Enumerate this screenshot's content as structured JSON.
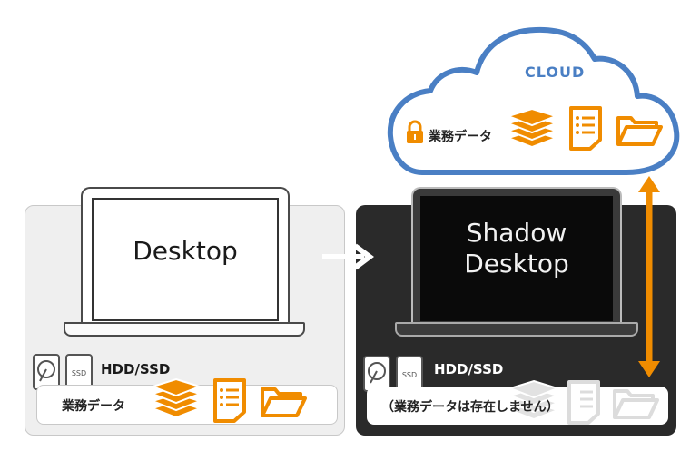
{
  "cloud": {
    "title": "CLOUD",
    "data_label": "業務データ"
  },
  "local": {
    "screen_label": "Desktop",
    "storage_label": "HDD/SSD",
    "data_label": "業務データ"
  },
  "shadow": {
    "screen_label_line1": "Shadow",
    "screen_label_line2": "Desktop",
    "storage_label": "HDD/SSD",
    "data_label": "（業務データは存在しません）"
  },
  "colors": {
    "accent": "#f08c00",
    "cloud_outline": "#4a7fc4",
    "dark_panel": "#2a2a2a",
    "light_panel": "#efefef"
  }
}
